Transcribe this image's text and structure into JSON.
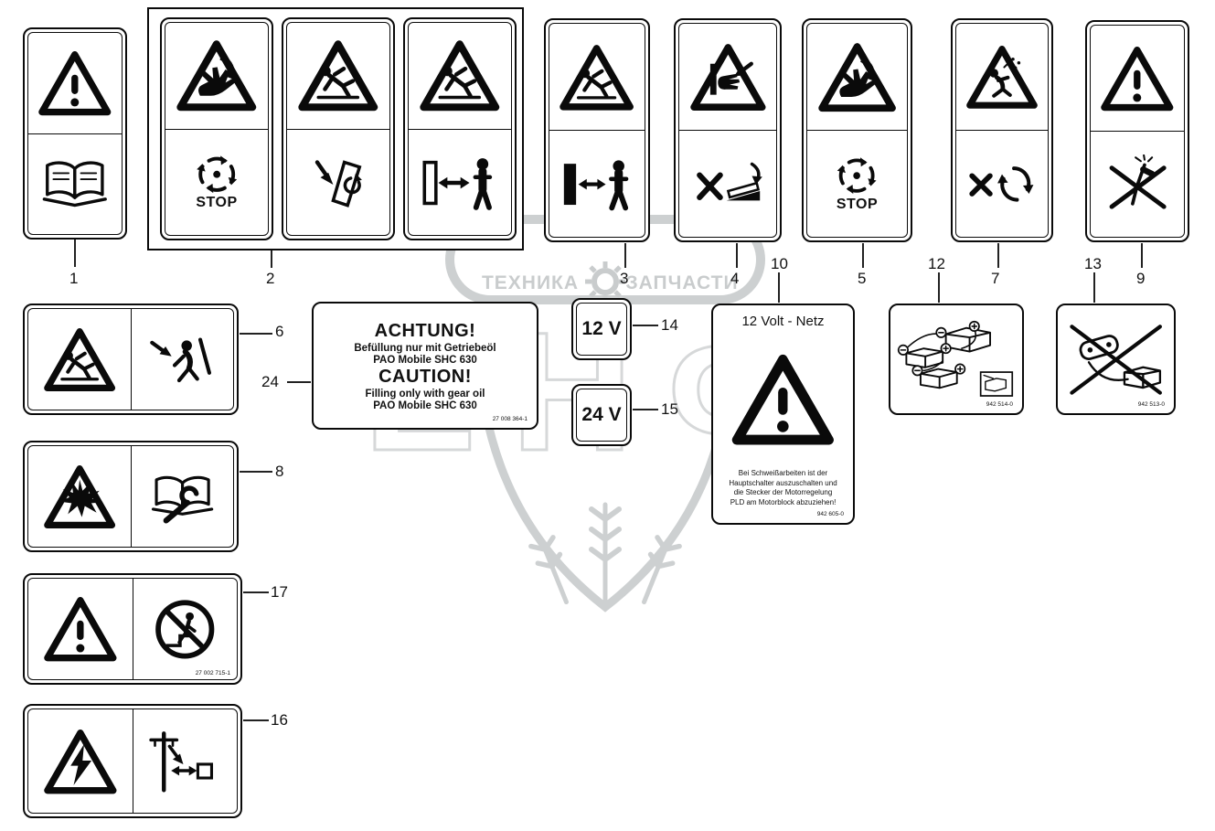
{
  "watermark": {
    "band_left": "ТЕХНИКА",
    "band_right": "ЗАПЧАСТИ",
    "big_letters": "ЕНФ"
  },
  "callouts": {
    "n1": "1",
    "n2": "2",
    "n3": "3",
    "n4": "4",
    "n5": "5",
    "n6": "6",
    "n7": "7",
    "n8": "8",
    "n9": "9",
    "n10": "10",
    "n12": "12",
    "n13": "13",
    "n14": "14",
    "n15": "15",
    "n16": "16",
    "n17": "17",
    "n24": "24"
  },
  "decals": {
    "stop_label": "STOP",
    "v12": "12 V",
    "v24": "24 V",
    "achtung": {
      "title": "ACHTUNG!",
      "de_line1": "Befüllung nur mit  Getriebeöl",
      "de_line2": "PAO Mobile SHC 630",
      "caution_title": "CAUTION!",
      "en_line1": "Filling only with gear oil",
      "en_line2": "PAO Mobile SHC 630",
      "part_no": "27 008 364-1"
    },
    "volt_netz": {
      "title": "12 Volt - Netz",
      "body": "Bei Schweißarbeiten ist der Hauptschalter auszuschalten und die Stecker der Motorregelung PLD am Motorblock abzuziehen!",
      "part_no": "942 605-0"
    },
    "battery_wiring": {
      "part_no": "942 514-0"
    },
    "no_jumpstart": {
      "part_no": "942 513-0"
    },
    "no_ride": {
      "part_no": "27 002 715-1"
    }
  }
}
